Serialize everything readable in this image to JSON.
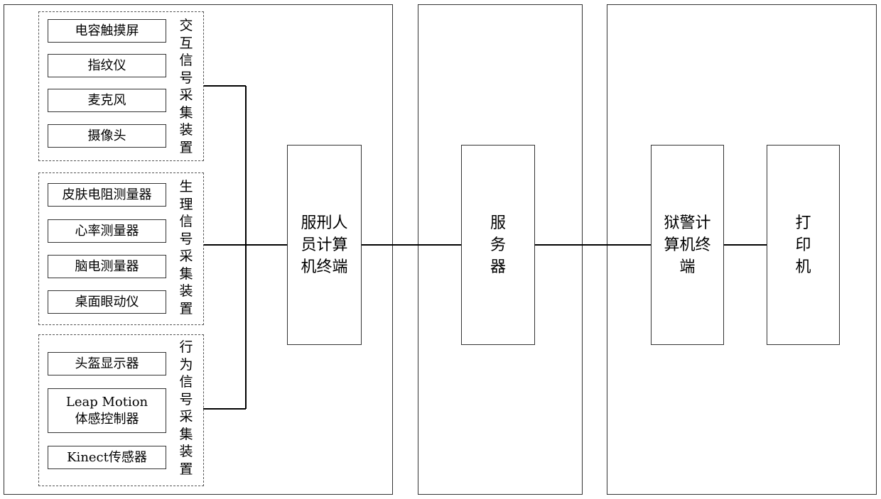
{
  "groups": {
    "interaction": {
      "label": "交互信号采集装置",
      "items": [
        "电容触摸屏",
        "指纹仪",
        "麦克风",
        "摄像头"
      ]
    },
    "physiological": {
      "label": "生理信号采集装置",
      "items": [
        "皮肤电阻测量器",
        "心率测量器",
        "脑电测量器",
        "桌面眼动仪"
      ]
    },
    "behavior": {
      "label": "行为信号采集装置",
      "items": [
        "头盔显示器",
        "Leap Motion\n体感控制器",
        "Kinect传感器"
      ]
    }
  },
  "nodes": {
    "inmate_terminal": "服刑人\n员计算\n机终端",
    "server": "服\n务\n器",
    "guard_terminal": "狱警计\n算机终\n端",
    "printer": "打\n印\n机"
  },
  "colors": {
    "line": "#000000",
    "border": "#333333"
  }
}
